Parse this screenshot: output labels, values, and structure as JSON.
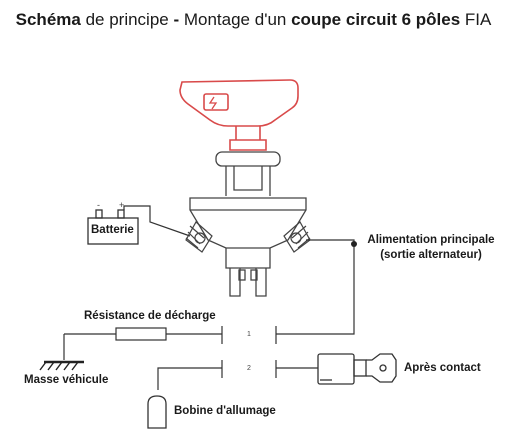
{
  "title": {
    "part1": "Schéma",
    "part2": " de principe ",
    "part3": "- ",
    "part4": "Montage d'un ",
    "part5": "coupe circuit 6 pôles",
    "part6": " FIA"
  },
  "labels": {
    "batterie": "Batterie",
    "alimentation_line1": "Alimentation principale",
    "alimentation_line2": "(sortie alternateur)",
    "resistance": "Résistance de décharge",
    "masse": "Masse véhicule",
    "apres_contact": "Après contact",
    "bobine": "Bobine d'allumage",
    "minus_sign": "-",
    "plus_sign": "+",
    "contact1": "1",
    "contact2": "2"
  },
  "colors": {
    "handle_red": "#d94a4a",
    "line": "#333333",
    "body_outline": "#444444"
  }
}
